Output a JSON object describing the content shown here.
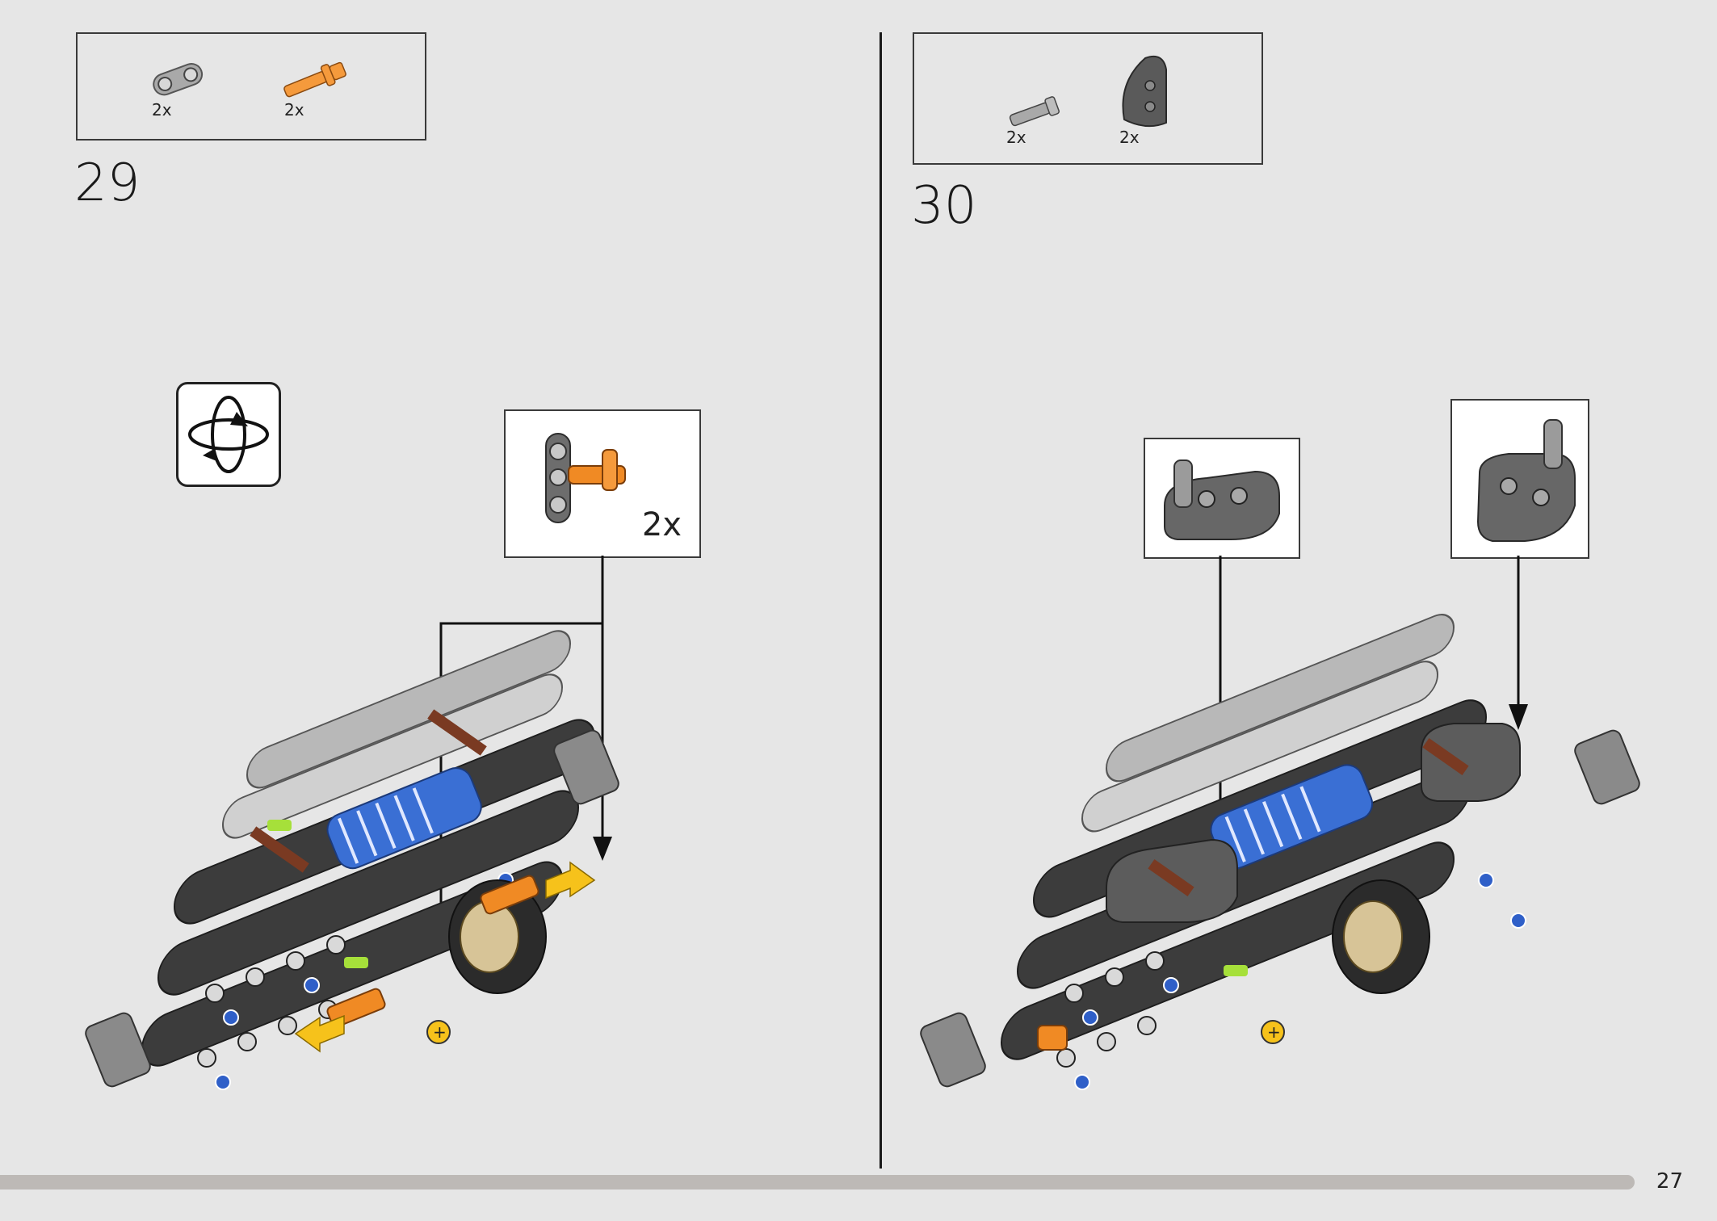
{
  "page_number": "27",
  "steps": [
    {
      "number": "29",
      "parts": [
        {
          "name": "gray-connector-icon",
          "qty": "2x"
        },
        {
          "name": "orange-pin-icon",
          "qty": "2x"
        }
      ],
      "callouts": [
        {
          "name": "pin-subassembly-callout",
          "qty": "2x"
        }
      ],
      "rotate_icon": "rotate-model-icon"
    },
    {
      "number": "30",
      "parts": [
        {
          "name": "gray-axle-pin-icon",
          "qty": "2x"
        },
        {
          "name": "dark-gray-curved-panel-icon",
          "qty": "2x"
        }
      ],
      "callouts": [
        {
          "name": "left-panel-callout",
          "qty": ""
        },
        {
          "name": "right-panel-callout",
          "qty": ""
        }
      ]
    }
  ],
  "progress": 0.952,
  "colors": {
    "background": "#e6e6e6",
    "technic_blue": "#3a6fd4",
    "technic_orange": "#f08a24",
    "dark_gray": "#4a4a4a",
    "light_gray": "#bcbcbc",
    "arrow_yellow": "#f6c21b",
    "lime": "#a6e03a",
    "brown": "#7a3a22"
  }
}
